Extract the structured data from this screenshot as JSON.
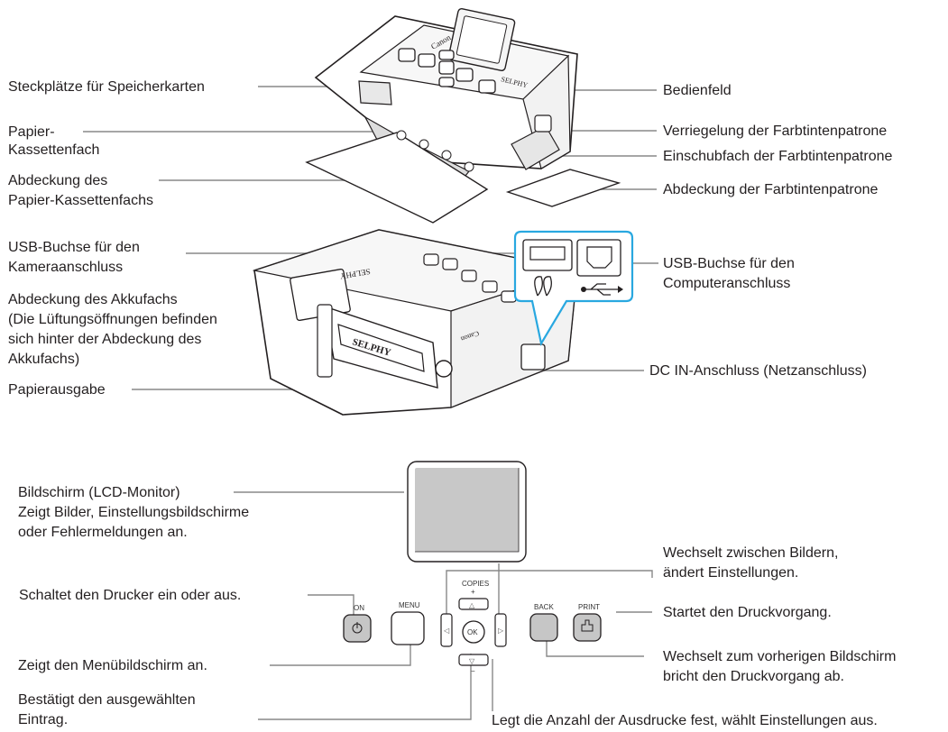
{
  "printer_top": {
    "left_labels": [
      "Steckplätze für Speicherkarten",
      "Papier-",
      "Kassettenfach",
      "Abdeckung des",
      "Papier-Kassettenfachs"
    ],
    "right_labels": [
      "Bedienfeld",
      "Verriegelung der Farbtintenpatrone",
      "Einschubfach der Farbtintenpatrone",
      "Abdeckung der Farbtintenpatrone"
    ],
    "brand": "Canon",
    "model": "SELPHY"
  },
  "printer_back": {
    "left_labels": [
      "USB-Buchse für den",
      "Kameraanschluss",
      "Abdeckung des Akkufachs",
      "(Die Lüftungsöffnungen befinden",
      "sich hinter der Abdeckung des",
      "Akkufachs)",
      "Papierausgabe"
    ],
    "right_labels": [
      "USB-Buchse für den",
      "Computeranschluss",
      "DC IN-Anschluss (Netzanschluss)"
    ],
    "brand": "Canon",
    "model": "SELPHY"
  },
  "control_panel": {
    "screen_desc": [
      "Bildschirm (LCD-Monitor)",
      "Zeigt Bilder, Einstellungsbildschirme",
      "oder Fehlermeldungen an."
    ],
    "power_desc": "Schaltet den Drucker ein oder aus.",
    "menu_desc": "Zeigt den Menübildschirm an.",
    "ok_desc": [
      "Bestätigt den ausgewählten",
      "Eintrag."
    ],
    "arrows_desc": [
      "Wechselt zwischen Bildern,",
      "ändert Einstellungen."
    ],
    "print_desc": "Startet den Druckvorgang.",
    "back_desc": [
      "Wechselt zum vorherigen Bildschirm",
      "bricht den Druckvorgang ab."
    ],
    "copies_desc": "Legt die Anzahl der Ausdrucke fest, wählt Einstellungen aus.",
    "button_labels": {
      "on": "ON",
      "menu": "MENU",
      "copies": "COPIES",
      "plus": "+",
      "minus": "−",
      "ok": "OK",
      "back": "BACK",
      "print": "PRINT"
    }
  }
}
